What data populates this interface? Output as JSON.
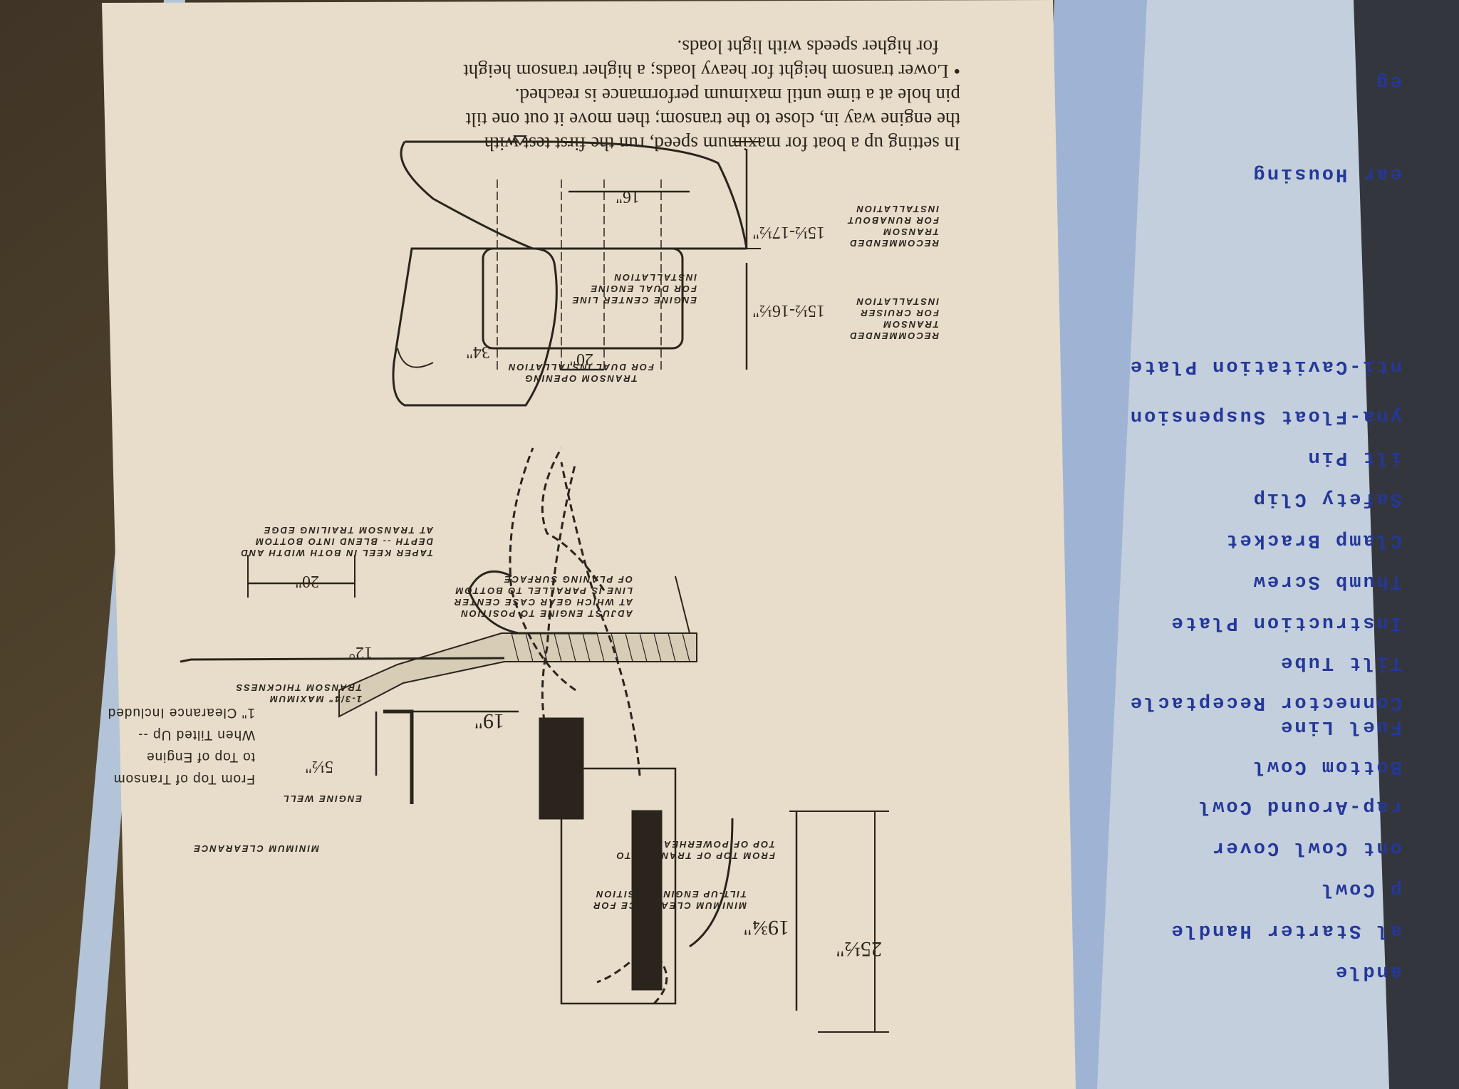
{
  "manual_text": {
    "paragraph_lines": [
      "In setting up a boat for maximum speed, run the first test with",
      "the engine way in, close to the transom; then move it out one tilt",
      "pin hole at a time until maximum performance is reached.",
      "• Lower transom height for heavy loads; a higher transom height",
      "for higher speeds with light loads."
    ]
  },
  "diagram_side": {
    "dim_25": "25½\"",
    "dim_19_3_4": "19¾\"",
    "dim_19": "19\"",
    "dim_5": "5½\"",
    "dim_20": "20\"",
    "angle": "12°",
    "label_min_clearance_tilt": [
      "MINIMUM CLEARANCE FOR",
      "TILT-UP ENGINE POSITION"
    ],
    "label_top_powerhead": [
      "FROM TOP OF TRANSOM TO",
      "TOP OF POWERHEAD"
    ],
    "label_engine_well": "ENGINE WELL",
    "label_min_clearance": "MINIMUM CLEARANCE",
    "label_transom_thickness": [
      "1-3/4\" MAXIMUM",
      "TRANSOM THICKNESS"
    ],
    "label_adjust": [
      "ADJUST ENGINE TO POSITION",
      "AT WHICH GEAR CASE CENTER",
      "LINE IS PARALLEL TO BOTTOM",
      "OF PLANING SURFACE"
    ],
    "label_taper": [
      "TAPER KEEL IN BOTH WIDTH AND",
      "DEPTH -- BLEND INTO BOTTOM",
      "AT TRANSOM TRAILING EDGE"
    ],
    "handwritten_lines": [
      "From Top of Transom",
      "to Top of Engine",
      "When Tilted Up --",
      "1\" Clearance Included"
    ]
  },
  "diagram_rear": {
    "dim_34": "34\"",
    "label_transom_opening": [
      "TRANSOM OPENING",
      "FOR DUAL INSTALLATION"
    ],
    "dim_20": "20\"",
    "dim_16": "16\"",
    "label_center_line": [
      "ENGINE CENTER LINE",
      "FOR DUAL ENGINE",
      "INSTALLATION"
    ],
    "dim_cruiser": "15½-16½\"",
    "label_cruiser": [
      "RECOMMENDED",
      "TRANSOM",
      "FOR CRUISER",
      "INSTALLATION"
    ],
    "dim_runabout": "15½-17½\"",
    "label_runabout": [
      "RECOMMENDED",
      "TRANSOM",
      "FOR RUNABOUT",
      "INSTALLATION"
    ]
  },
  "parts_list": {
    "items": [
      "andle",
      "al Starter Handle",
      "p Cowl",
      "ont Cowl Cover",
      "rap-Around Cowl",
      "Bottom Cowl",
      "Fuel Line",
      "Connector Receptacle",
      "Tilt Tube",
      "Instruction Plate",
      "Thumb Screw",
      "Clamp Bracket",
      "Safety Clip",
      "ilt Pin",
      "yna-Float Suspension",
      "nti-Cavitation Plate",
      "ear Housing",
      "eg"
    ]
  },
  "colors": {
    "paper": "#e7ddca",
    "ink": "#2a241c",
    "blue_text": "#24379a",
    "blue_band": "#9fb4d4",
    "board": "#4a3d2c"
  }
}
